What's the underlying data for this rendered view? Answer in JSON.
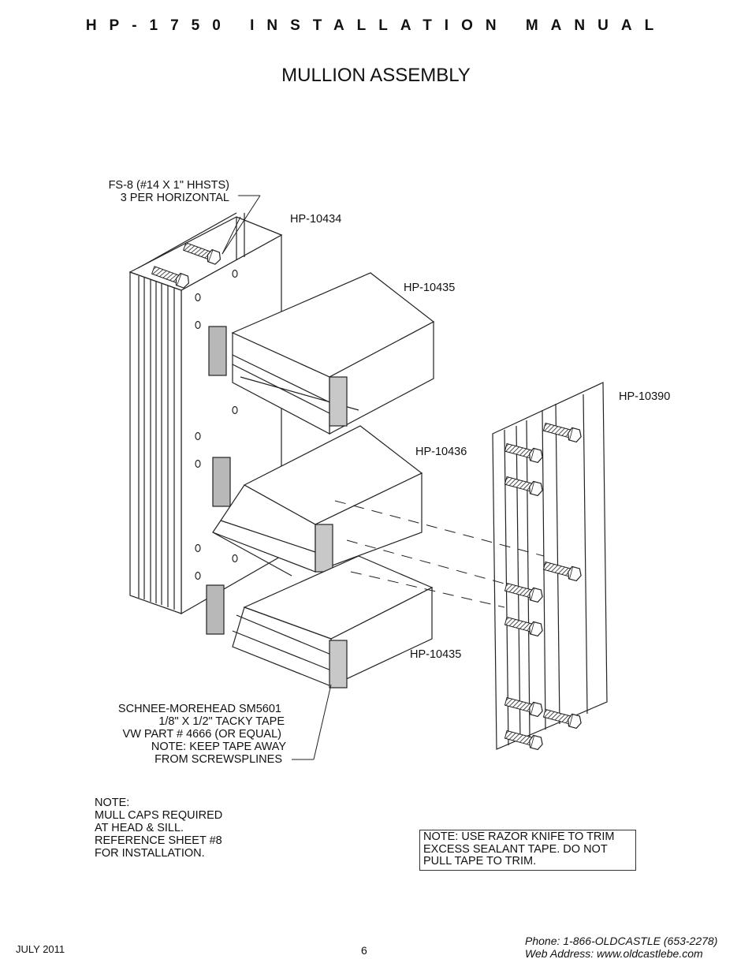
{
  "header": "HP-1750 INSTALLATION MANUAL",
  "title": "MULLION  ASSEMBLY",
  "labels": {
    "fastener": [
      "FS-8 (#14 X 1\" HHSTS)",
      "3 PER HORIZONTAL"
    ],
    "hp10434": "HP-10434",
    "hp10435_top": "HP-10435",
    "hp10436": "HP-10436",
    "hp10435_bottom": "HP-10435",
    "hp10390": "HP-10390",
    "tape": [
      "SCHNEE-MOREHEAD SM5601",
      "1/8\" X 1/2\" TACKY TAPE",
      "VW PART # 4666 (OR EQUAL)",
      "NOTE: KEEP TAPE AWAY",
      "FROM SCREWSPLINES"
    ]
  },
  "note_mull": [
    "NOTE:",
    "MULL CAPS REQUIRED",
    "AT HEAD & SILL.",
    "REFERENCE SHEET #8",
    "FOR INSTALLATION."
  ],
  "note_box": [
    "NOTE: USE RAZOR KNIFE TO TRIM",
    "EXCESS SEALANT TAPE. DO NOT",
    "PULL TAPE TO TRIM."
  ],
  "footer": {
    "date": "JULY 2011",
    "page": "6",
    "phone": "Phone: 1-866-OLDCASTLE (653-2278)",
    "web": "Web Address: www.oldcastlebe.com"
  },
  "icons": [
    "screw-icon",
    "tacky-tape-icon"
  ]
}
